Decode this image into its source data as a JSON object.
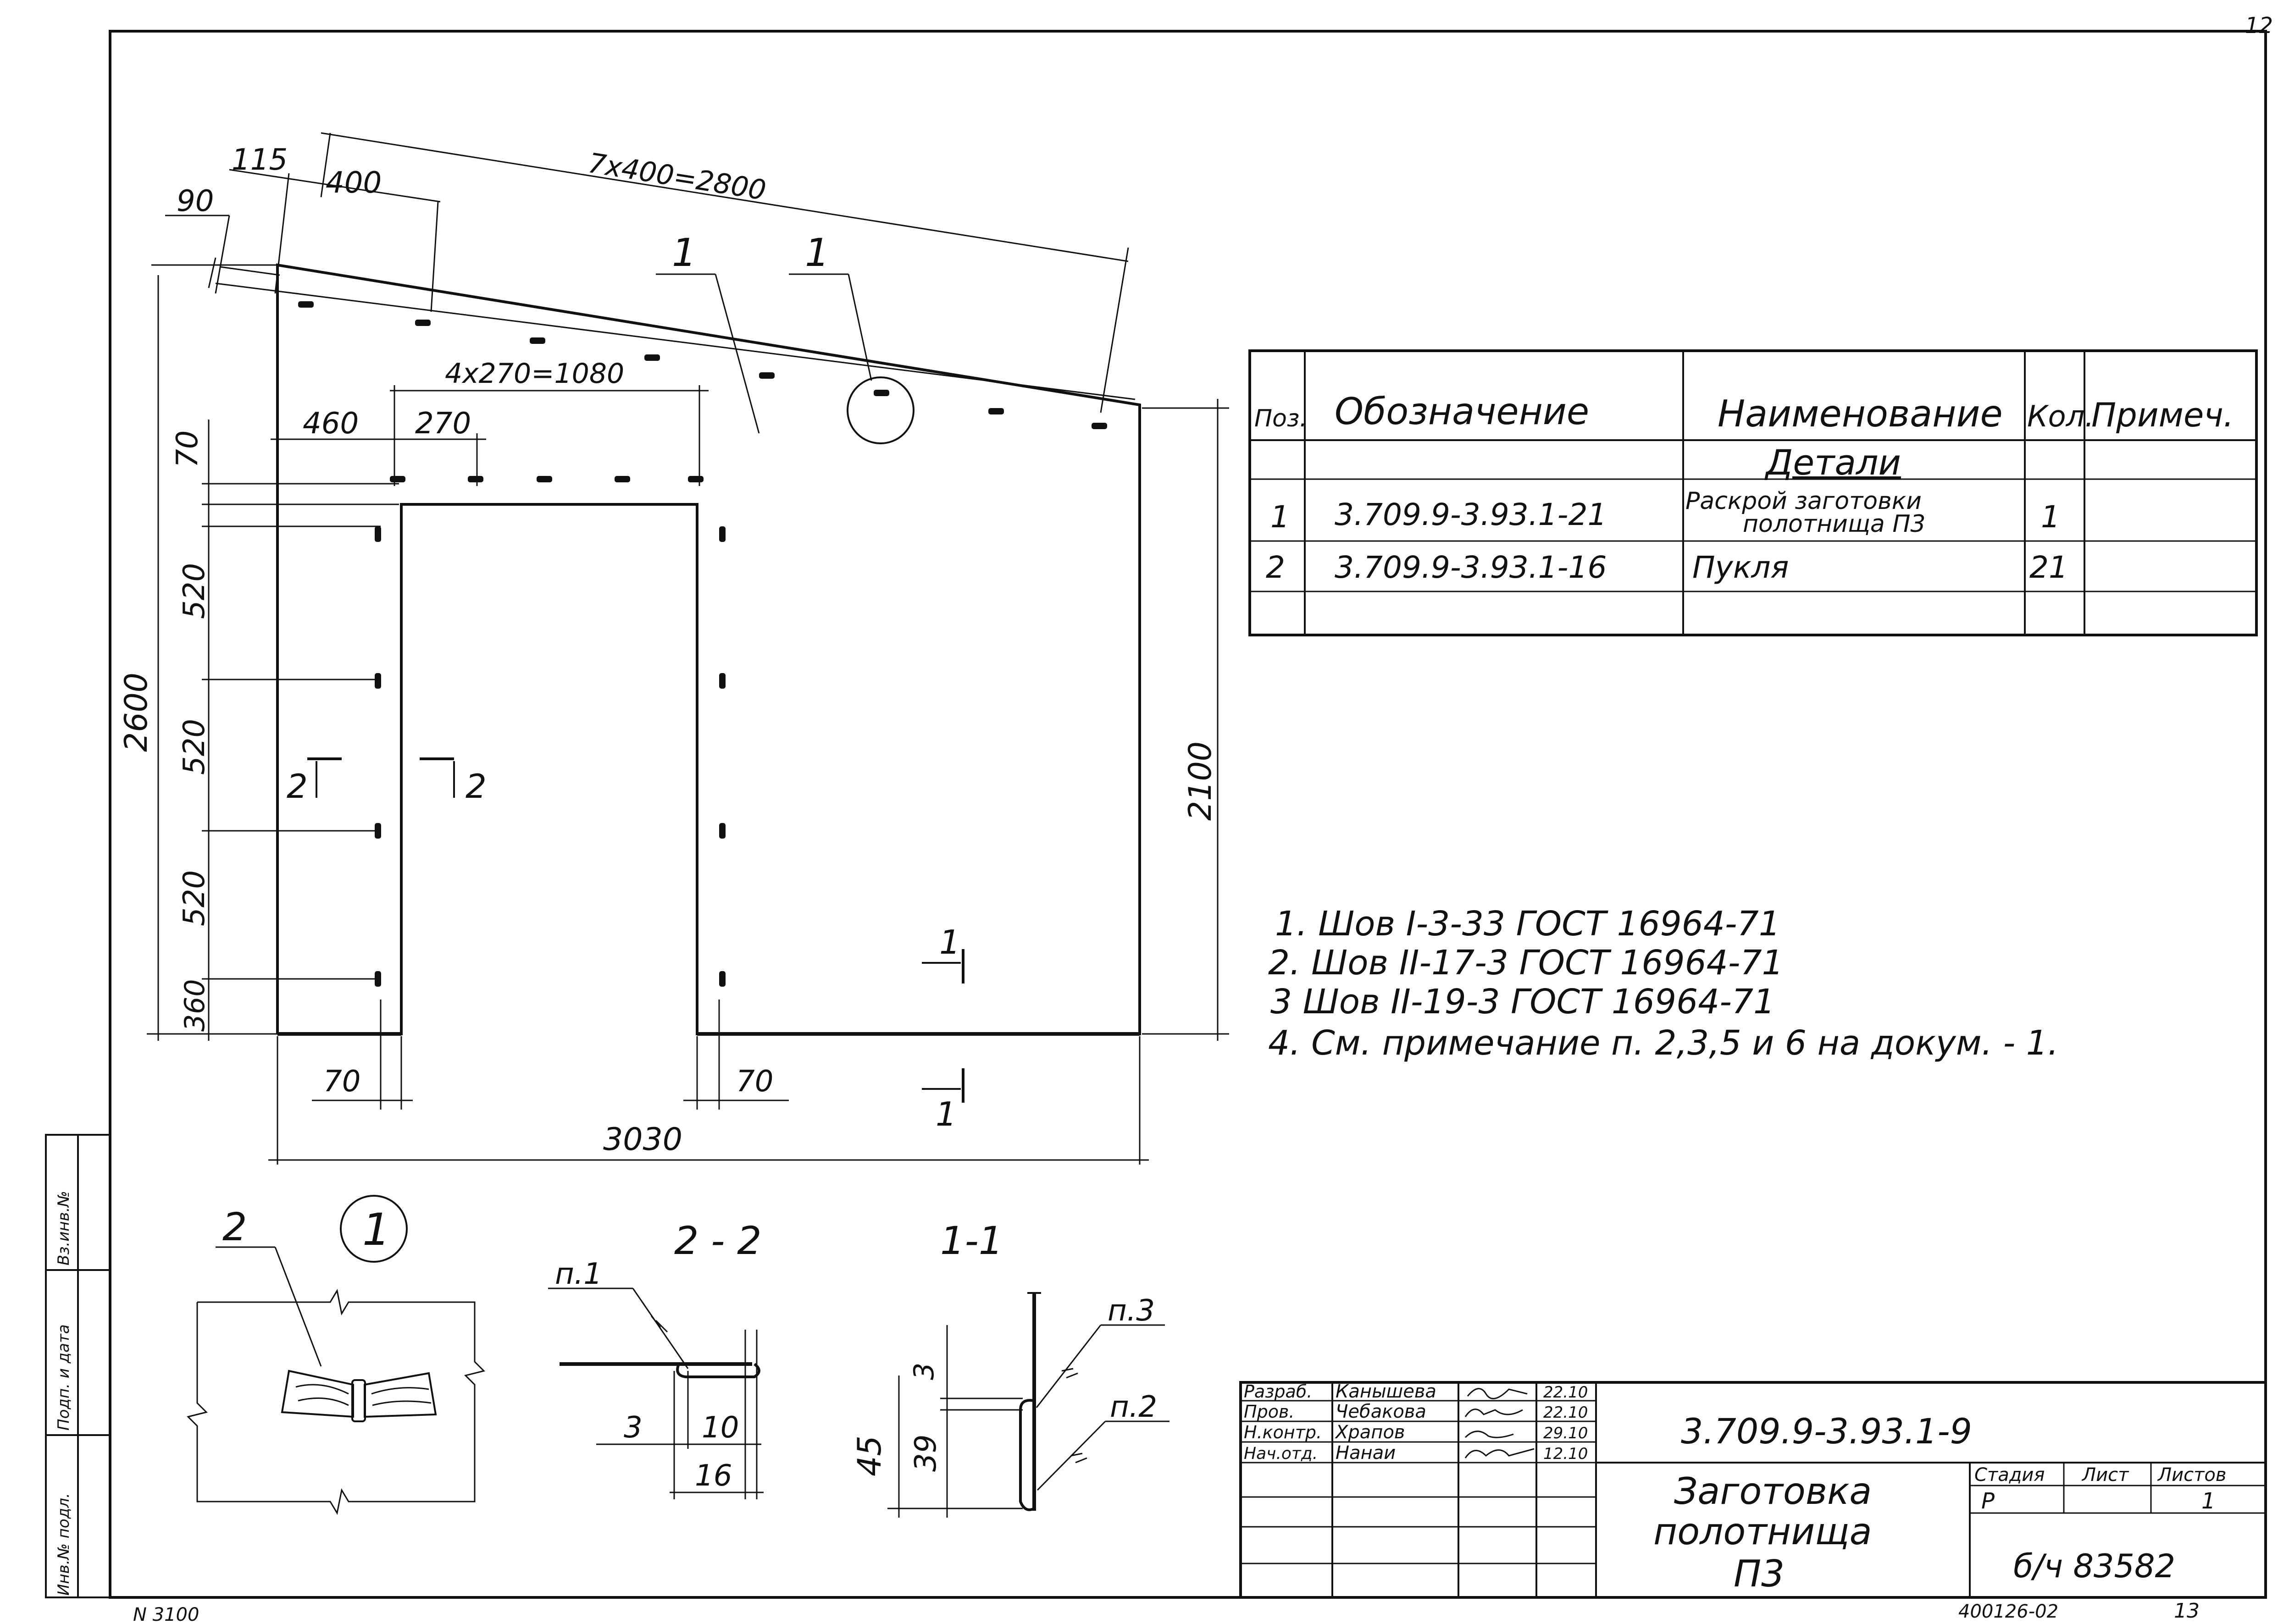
{
  "page_number": "12",
  "page_number_next": "13",
  "archive_no": "400126-02",
  "corner_stamp": "N 3100",
  "left_strip": [
    "Инв.№ подл.",
    "Подп. и дата",
    "Вз.инв.№"
  ],
  "drawing": {
    "pos_label_1a": "1",
    "pos_label_1b": "1",
    "dims": {
      "d115": "115",
      "d400": "400",
      "d90": "90",
      "d7x400": "7x400=2800",
      "d4x270": "4x270=1080",
      "d460": "460",
      "d270": "270",
      "d70_left_v": "70",
      "d520_a": "520",
      "d520_b": "520",
      "d520_c": "520",
      "d360": "360",
      "d2600": "2600",
      "d2100": "2100",
      "d70_bl": "70",
      "d70_br": "70",
      "d3030": "3030"
    },
    "section_marks": {
      "s2_left": "2",
      "s2_right": "2",
      "s1_top": "1",
      "s1_bottom": "1"
    }
  },
  "details": {
    "node_title": "1",
    "node_pos": "2",
    "sec22_title": "2 - 2",
    "sec22_p1": "п.1",
    "sec22_d3": "3",
    "sec22_d10": "10",
    "sec22_d16": "16",
    "sec11_title": "1-1",
    "sec11_p3": "п.3",
    "sec11_p2": "п.2",
    "sec11_d3": "3",
    "sec11_d45": "45",
    "sec11_d39": "39"
  },
  "spec_table": {
    "headers": [
      "Поз.",
      "Обозначение",
      "Наименование",
      "Кол.",
      "Примеч."
    ],
    "section": "Детали",
    "rows": [
      {
        "pos": "1",
        "code": "3.709.9-3.93.1-21",
        "name_line1": "Раскрой заготовки",
        "name_line2": "полотнища П3",
        "qty": "1"
      },
      {
        "pos": "2",
        "code": "3.709.9-3.93.1-16",
        "name_line1": "Пукля",
        "name_line2": "",
        "qty": "21"
      }
    ]
  },
  "notes": [
    "1. Шов I-3-33  ГОСТ 16964-71",
    "2. Шов II-17-3  ГОСТ 16964-71",
    "3 Шов II-19-3  ГОСТ 16964-71",
    "4. См. примечание п. 2,3,5 и 6 на докум. - 1."
  ],
  "title_block": {
    "roles": [
      {
        "role": "Разраб.",
        "name": "Канышева",
        "date": "22.10"
      },
      {
        "role": "Пров.",
        "name": "Чебакова",
        "date": "22.10"
      },
      {
        "role": "Н.контр.",
        "name": "Храпов",
        "date": "29.10"
      },
      {
        "role": "Нач.отд.",
        "name": "Нанаи",
        "date": "12.10"
      }
    ],
    "doc_code": "3.709.9-3.93.1-9",
    "title_line1": "Заготовка",
    "title_line2": "полотнища",
    "title_line3": "П3",
    "stage_label": "Стадия",
    "sheet_label": "Лист",
    "sheets_label": "Листов",
    "stage": "Р",
    "sheets": "1",
    "org": "б/ч 83582"
  }
}
